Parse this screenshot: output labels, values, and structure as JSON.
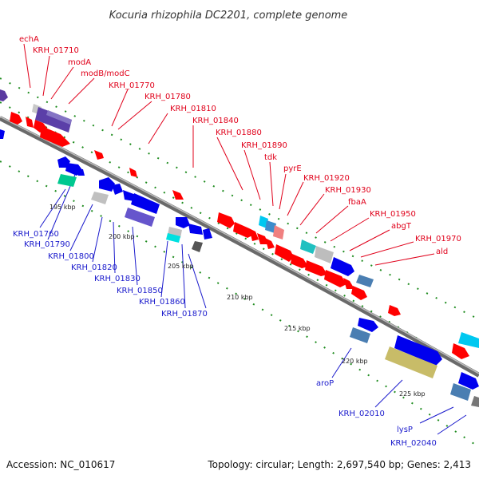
{
  "title": "Kocuria rhizophila DC2201, complete genome",
  "footer": {
    "accession": "Accession: NC_010617",
    "topology": "Topology: circular; Length: 2,697,540 bp; Genes: 2,413"
  },
  "colors": {
    "forward_label": "#e0001a",
    "reverse_label": "#1a1acc",
    "backbone": "#8a8a8a",
    "tick": "#1f8c1f"
  },
  "scale_labels": [
    "195 kbp",
    "200 kbp",
    "205 kbp",
    "210 kbp",
    "215 kbp",
    "220 kbp",
    "225 kbp"
  ],
  "forward_labels": [
    "echA",
    "KRH_01710",
    "modA",
    "modB/modC",
    "KRH_01770",
    "KRH_01780",
    "KRH_01810",
    "KRH_01840",
    "KRH_01880",
    "KRH_01890",
    "tdk",
    "pyrE",
    "KRH_01920",
    "KRH_01930",
    "fbaA",
    "KRH_01950",
    "abgT",
    "KRH_01970",
    "ald"
  ],
  "reverse_labels": [
    "KRH_01760",
    "KRH_01790",
    "KRH_01800",
    "KRH_01820",
    "KRH_01830",
    "KRH_01850",
    "KRH_01860",
    "KRH_01870",
    "aroP",
    "KRH_02010",
    "lysP",
    "KRH_02040"
  ]
}
